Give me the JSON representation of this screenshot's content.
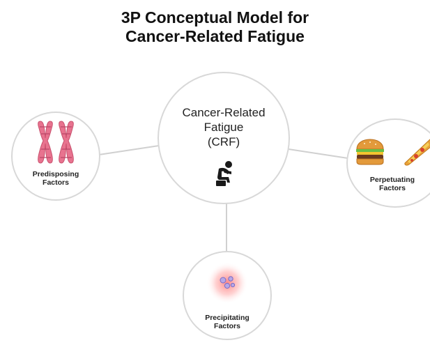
{
  "title": {
    "line1": "3P Conceptual Model for",
    "line2": "Cancer-Related Fatigue"
  },
  "center": {
    "line1": "Cancer-Related",
    "line2": "Fatigue",
    "line3": "(CRF)",
    "icon": "tired-person-icon"
  },
  "predisposing": {
    "line1": "Predisposing",
    "line2": "Factors",
    "icon": "chromosome-icon"
  },
  "perpetuating": {
    "line1": "Perpetuating",
    "line2": "Factors",
    "icons": [
      "burger-icon",
      "pizza-icon"
    ]
  },
  "precipitating": {
    "line1": "Precipitating",
    "line2": "Factors",
    "icon": "cells-icon"
  },
  "colors": {
    "chromosome": "#e8738f",
    "border": "#d8d8d8",
    "glow": "#ff8a8a"
  }
}
